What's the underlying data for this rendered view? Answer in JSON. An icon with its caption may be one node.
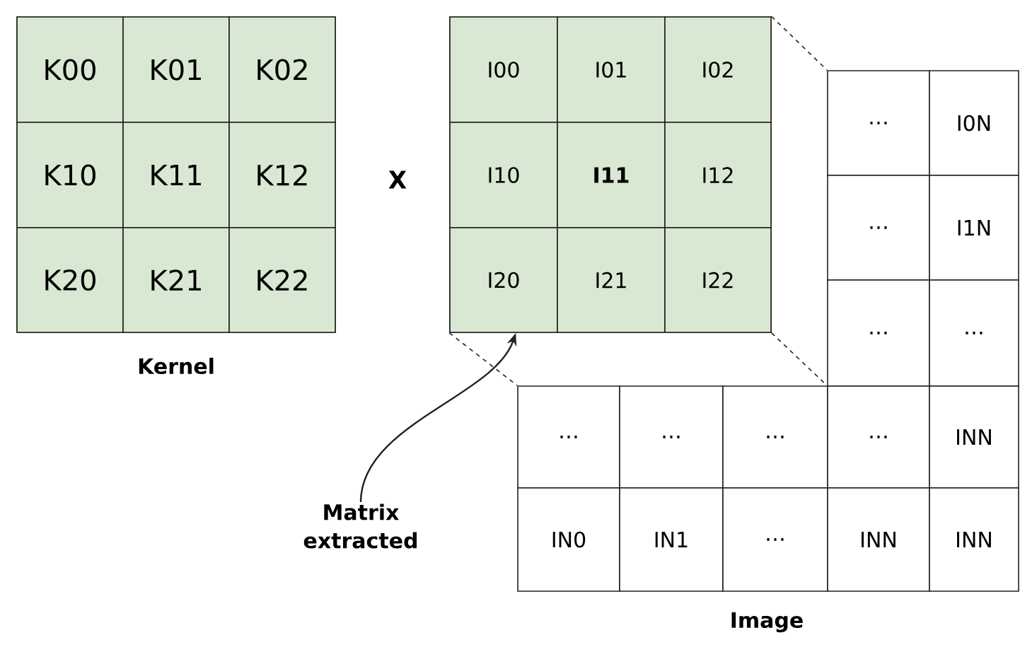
{
  "diagram": {
    "nodes": [
      {
        "text": [
          "Kernel"
        ]
      },
      {
        "text": [
          "K00"
        ],
        "in": 0
      },
      {
        "text": [
          "K01"
        ],
        "in": 0
      },
      {
        "text": [
          "K02"
        ],
        "in": 0
      },
      {
        "text": [
          "K10"
        ],
        "in": 0
      },
      {
        "text": [
          "K11"
        ],
        "in": 0
      },
      {
        "text": [
          "K12"
        ],
        "in": 0
      },
      {
        "text": [
          "K20"
        ],
        "in": 0
      },
      {
        "text": [
          "K21"
        ],
        "in": 0
      },
      {
        "text": [
          "K22"
        ],
        "in": 0
      },
      {
        "text": [],
        "shape": "box"
      },
      {
        "text": [
          "I00"
        ],
        "in": 10
      },
      {
        "text": [
          "I01"
        ],
        "in": 10
      },
      {
        "text": [
          "I02"
        ],
        "in": 10
      },
      {
        "text": [
          "I10"
        ],
        "in": 10
      },
      {
        "text": [
          "I11"
        ],
        "in": 10
      },
      {
        "text": [
          "I12"
        ],
        "in": 10
      },
      {
        "text": [
          "I20"
        ],
        "in": 10
      },
      {
        "text": [
          "I21"
        ],
        "in": 10
      },
      {
        "text": [
          "I22"
        ],
        "in": 10
      },
      {
        "text": [
          "…"
        ]
      },
      {
        "text": [
          "I0N"
        ]
      },
      {
        "text": [
          "…"
        ]
      },
      {
        "text": [
          "I1N"
        ]
      },
      {
        "text": [
          "…"
        ]
      },
      {
        "text": [
          "…"
        ]
      },
      {
        "text": [
          "…"
        ]
      },
      {
        "text": [
          "…"
        ]
      },
      {
        "text": [
          "…"
        ]
      },
      {
        "text": [
          "…"
        ]
      },
      {
        "text": [
          "INN"
        ]
      },
      {
        "text": [
          "IN0"
        ]
      },
      {
        "text": [
          "IN1"
        ]
      },
      {
        "text": [
          "…"
        ]
      },
      {
        "text": [
          "INN"
        ]
      },
      {
        "text": [
          "INN"
        ]
      },
      {
        "text": [
          "Matrix extracted"
        ]
      }
    ],
    "edges": [
      {
        "from": 36,
        "to": 10,
        "arrow": "to"
      },
      {
        "from": 10,
        "to": 20,
        "arrow": "none",
        "style": "dashed"
      },
      {
        "from": 10,
        "to": 29,
        "arrow": "none",
        "style": "dashed"
      },
      {
        "from": 10,
        "to": 26,
        "arrow": "none",
        "style": "dashed"
      }
    ],
    "labels": [
      "X",
      "Image"
    ]
  }
}
